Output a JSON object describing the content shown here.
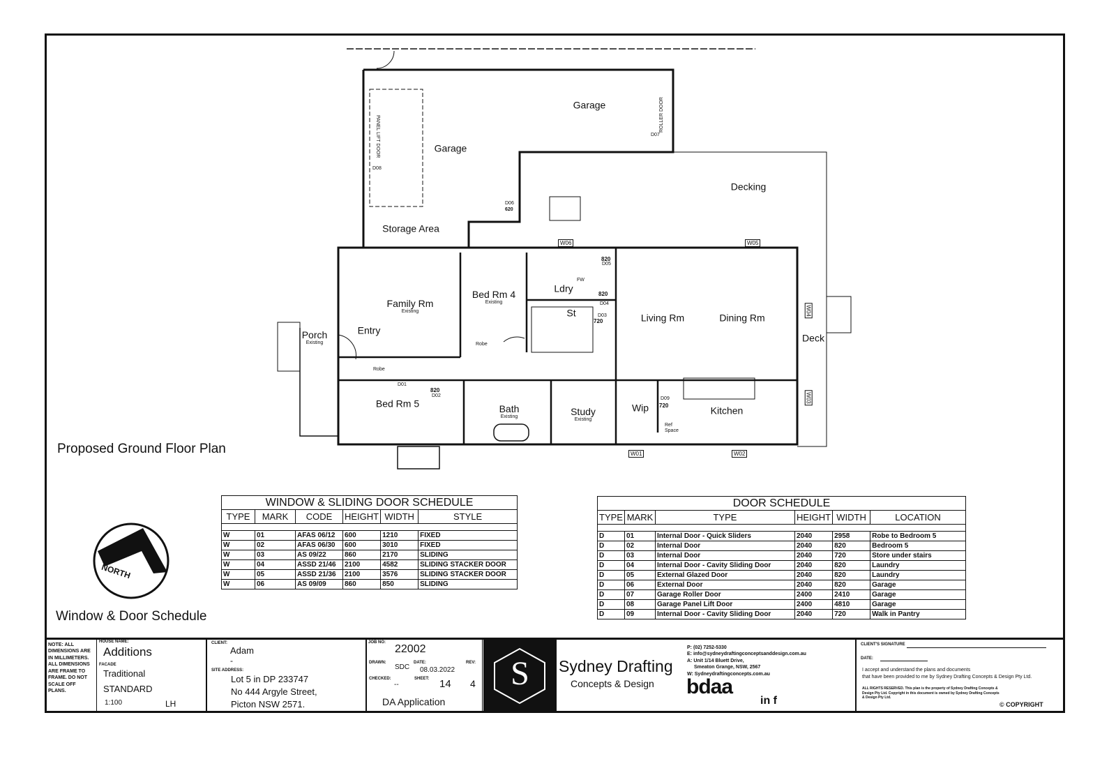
{
  "drawing_title": "Proposed Ground Floor Plan",
  "schedule_title": "Window & Door Schedule",
  "north_label": "NORTH",
  "rooms": [
    {
      "label": "Garage"
    },
    {
      "label": "Garage"
    },
    {
      "label": "Decking"
    },
    {
      "label": "Storage Area"
    },
    {
      "label": "Family Rm",
      "sub": "Existing"
    },
    {
      "label": "Bed Rm 4",
      "sub": "Existing"
    },
    {
      "label": "Ldry"
    },
    {
      "label": "St"
    },
    {
      "label": "Living Rm"
    },
    {
      "label": "Dining Rm"
    },
    {
      "label": "Deck"
    },
    {
      "label": "Porch",
      "sub": "Existing"
    },
    {
      "label": "Entry"
    },
    {
      "label": "Bed Rm 5"
    },
    {
      "label": "Bath",
      "sub": "Existing"
    },
    {
      "label": "Study",
      "sub": "Existing"
    },
    {
      "label": "Wip"
    },
    {
      "label": "Kitchen"
    }
  ],
  "plan_notes": {
    "panel_lift": "PANEL LIFT DOOR",
    "d08": "D08",
    "roller": "ROLLER DOOR",
    "d07": "D07",
    "d06": "D06",
    "w620": "620",
    "robe1": "Robe",
    "robe2": "Robe",
    "d01": "D01",
    "d02": "D02",
    "w820a": "820",
    "w820b": "820",
    "d05": "D05",
    "w820c": "820",
    "d04": "D04",
    "d03": "D03",
    "w720a": "720",
    "d09": "D09",
    "w720b": "720",
    "fridge": "Ref Space",
    "fw": "FW"
  },
  "window_tags": [
    "W01",
    "W02",
    "W03",
    "W04",
    "W05",
    "W06"
  ],
  "window_schedule": {
    "title": "WINDOW & SLIDING DOOR SCHEDULE",
    "headers": [
      "TYPE",
      "MARK",
      "CODE",
      "HEIGHT",
      "WIDTH",
      "STYLE"
    ],
    "rows": [
      [
        "W",
        "01",
        "AFAS 06/12",
        "600",
        "1210",
        "FIXED"
      ],
      [
        "W",
        "02",
        "AFAS 06/30",
        "600",
        "3010",
        "FIXED"
      ],
      [
        "W",
        "03",
        "AS 09/22",
        "860",
        "2170",
        "SLIDING"
      ],
      [
        "W",
        "04",
        "ASSD 21/46",
        "2100",
        "4582",
        "SLIDING STACKER DOOR"
      ],
      [
        "W",
        "05",
        "ASSD 21/36",
        "2100",
        "3576",
        "SLIDING STACKER DOOR"
      ],
      [
        "W",
        "06",
        "AS 09/09",
        "860",
        "850",
        "SLIDING"
      ]
    ]
  },
  "door_schedule": {
    "title": "DOOR SCHEDULE",
    "headers": [
      "TYPE",
      "MARK",
      "TYPE",
      "HEIGHT",
      "WIDTH",
      "LOCATION"
    ],
    "rows": [
      [
        "D",
        "01",
        "Internal Door - Quick Sliders",
        "2040",
        "2958",
        "Robe to Bedroom 5"
      ],
      [
        "D",
        "02",
        "Internal Door",
        "2040",
        "820",
        "Bedroom 5"
      ],
      [
        "D",
        "03",
        "Internal Door",
        "2040",
        "720",
        "Store under stairs"
      ],
      [
        "D",
        "04",
        "Internal Door - Cavity Sliding Door",
        "2040",
        "820",
        "Laundry"
      ],
      [
        "D",
        "05",
        "External Glazed Door",
        "2040",
        "820",
        "Laundry"
      ],
      [
        "D",
        "06",
        "External Door",
        "2040",
        "820",
        "Garage"
      ],
      [
        "D",
        "07",
        "Garage Roller Door",
        "2400",
        "2410",
        "Garage"
      ],
      [
        "D",
        "08",
        "Garage Panel Lift Door",
        "2400",
        "4810",
        "Garage"
      ],
      [
        "D",
        "09",
        "Internal Door - Cavity Sliding Door",
        "2040",
        "720",
        "Walk in Pantry"
      ]
    ]
  },
  "title_block": {
    "note": "NOTE: ALL DIMENSIONS ARE IN MILLIMETERS. ALL DIMENSIONS ARE FRAME TO FRAME. DO NOT SCALE OFF PLANS.",
    "house_name_label": "HOUSE NAME:",
    "house_name": "Additions",
    "facade_label": "FACADE",
    "facade": "Traditional",
    "spec": "STANDARD",
    "scale": "1:100",
    "author": "LH",
    "client_label": "CLIENT:",
    "client": "Adam",
    "client2": "-",
    "site_label": "SITE ADDRESS:",
    "site1": "Lot 5 in DP 233747",
    "site2": "No 444 Argyle Street,",
    "site3": "Picton NSW 2571.",
    "job_label": "JOB No:",
    "job": "22002",
    "drawn_label": "DRAWN:",
    "drawn": "SDC",
    "date_label": "DATE:",
    "date": "08.03.2022",
    "rev_label": "Rev:",
    "rev": "4",
    "checked_label": "CHECKED:",
    "checked": "--",
    "sheet_label": "SHEET:",
    "sheet": "14",
    "status": "DA Application",
    "logo_letter": "S",
    "company1": "Sydney Drafting",
    "company2": "Concepts & Design",
    "phone": "P: (02) 7252-5330",
    "email": "E: info@sydneydraftingconceptsanddesign.com.au",
    "addr1": "A: Unit 1/14 Bluett Drive,",
    "addr2": "Smeaton Grange, NSW, 2567",
    "web": "W: Sydneydraftingconcepts.com.au",
    "bdaa": "bdaa",
    "social": "in f",
    "sig_label": "CLIENT'S SIGNATURE",
    "date2_label": "DATE:",
    "accept1": "I accept and understand the plans and documents",
    "accept2": "that have been provided to me by Sydney Drafting Concepts & Design Pty Ltd.",
    "rights": "ALL RIGHTS RESERVED. This plan is the property of Sydney Drafting Concepts & Design Pty Ltd. Copyright in this document is owned by Sydney Drafting Concepts & Design Pty Ltd.",
    "copyright": "© COPYRIGHT"
  }
}
